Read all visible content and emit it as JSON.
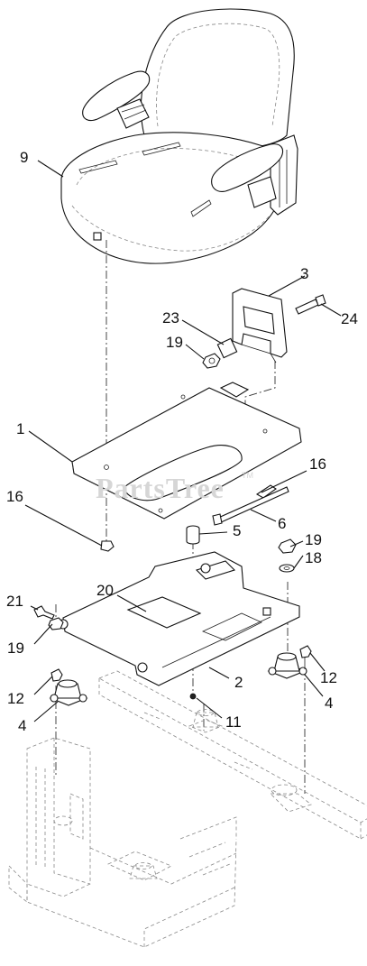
{
  "callouts": [
    {
      "id": "9",
      "part": "seat"
    },
    {
      "id": "3",
      "part": "bracket"
    },
    {
      "id": "24",
      "part": "screw"
    },
    {
      "id": "23",
      "part": "spring"
    },
    {
      "id": "19",
      "part": "nut-upper"
    },
    {
      "id": "1",
      "part": "seat-plate"
    },
    {
      "id": "16",
      "part": "clip-right"
    },
    {
      "id": "16",
      "part": "nut-left"
    },
    {
      "id": "5",
      "part": "bumper"
    },
    {
      "id": "6",
      "part": "rod"
    },
    {
      "id": "19",
      "part": "nut-right"
    },
    {
      "id": "18",
      "part": "washer"
    },
    {
      "id": "20",
      "part": "decal"
    },
    {
      "id": "21",
      "part": "bolt"
    },
    {
      "id": "19",
      "part": "nut-left-lower"
    },
    {
      "id": "2",
      "part": "mount-plate"
    },
    {
      "id": "12",
      "part": "bolt-right"
    },
    {
      "id": "4",
      "part": "isolator-right"
    },
    {
      "id": "12",
      "part": "bolt-left"
    },
    {
      "id": "4",
      "part": "isolator-left"
    },
    {
      "id": "11",
      "part": "nut-center"
    }
  ],
  "watermark": {
    "text": "PartsTree",
    "mark": "TM"
  }
}
